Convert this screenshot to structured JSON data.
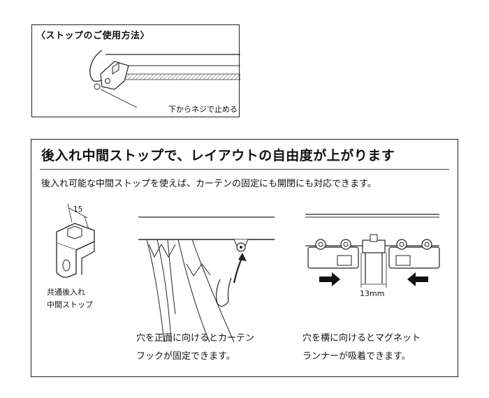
{
  "usage": {
    "title": "〈ストップのご使用方法〉",
    "caption": "下からネジで止める"
  },
  "feature": {
    "title": "後入れ中間ストップで、レイアウトの自由度が上がります",
    "subtitle": "後入れ可能な中間ストップを使えば、カーテンの固定にも開閉にも対応できます。",
    "part": {
      "dimension": "15",
      "name_line1": "共通後入れ",
      "name_line2": "中間ストップ"
    },
    "hook_caption": {
      "line1": "穴を正面に向けるとカーテン",
      "line2": "フックが固定できます。"
    },
    "magnet": {
      "gap": "13mm",
      "caption_line1": "穴を横に向けるとマグネット",
      "caption_line2": "ランナーが吸着できます。"
    }
  }
}
